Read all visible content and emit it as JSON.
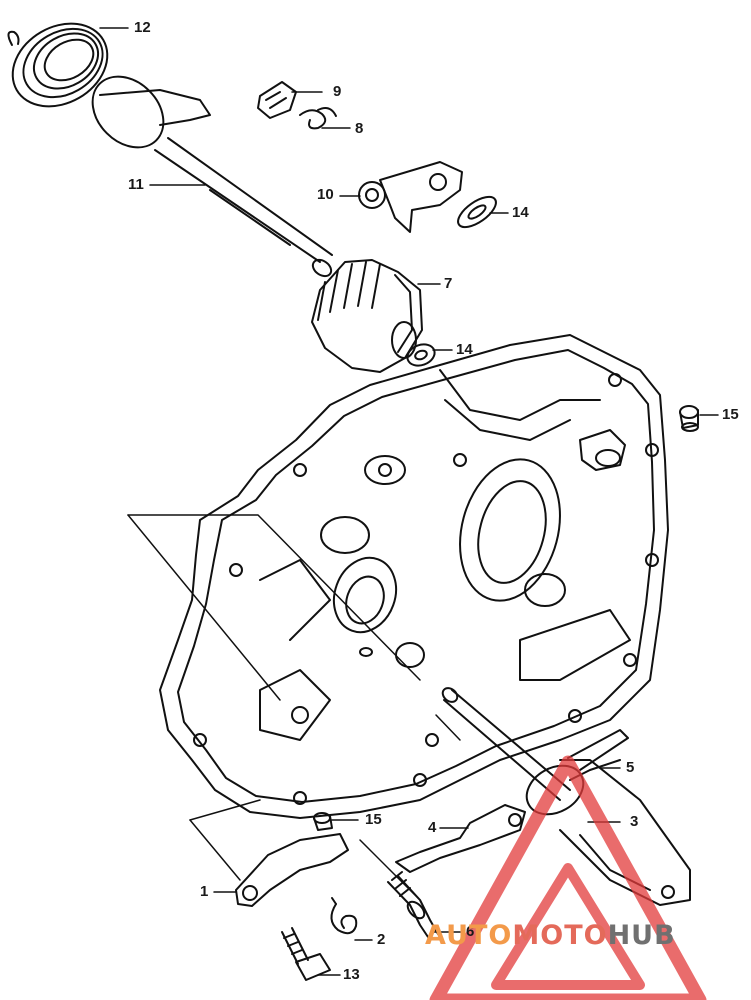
{
  "diagram": {
    "parts": [
      {
        "label": "1",
        "name": "shift-arm-plate"
      },
      {
        "label": "2",
        "name": "return-spring"
      },
      {
        "label": "3",
        "name": "gearshift-spindle"
      },
      {
        "label": "4",
        "name": "shift-drum-stopper-arm"
      },
      {
        "label": "5",
        "name": "gearshift-arm-spring"
      },
      {
        "label": "6",
        "name": "stopper-bolt"
      },
      {
        "label": "7",
        "name": "kick-starter-gear"
      },
      {
        "label": "8",
        "name": "spring-clip"
      },
      {
        "label": "9",
        "name": "ratchet"
      },
      {
        "label": "10",
        "name": "ratchet-guide-plate"
      },
      {
        "label": "11",
        "name": "kick-starter-spindle"
      },
      {
        "label": "12",
        "name": "kick-starter-spring"
      },
      {
        "label": "13",
        "name": "bolt"
      },
      {
        "label": "14",
        "name": "washer"
      },
      {
        "label": "14",
        "name": "washer-2"
      },
      {
        "label": "15",
        "name": "dowel-pin"
      },
      {
        "label": "15",
        "name": "dowel-pin-2"
      }
    ]
  },
  "watermark": {
    "auto": "AUTO",
    "moto": "MOTO",
    "hub": "HUB",
    "colors": {
      "auto": "#f39a4a",
      "moto": "#e46a5a",
      "hub": "#707070",
      "triangle": "#e23b3b"
    }
  }
}
